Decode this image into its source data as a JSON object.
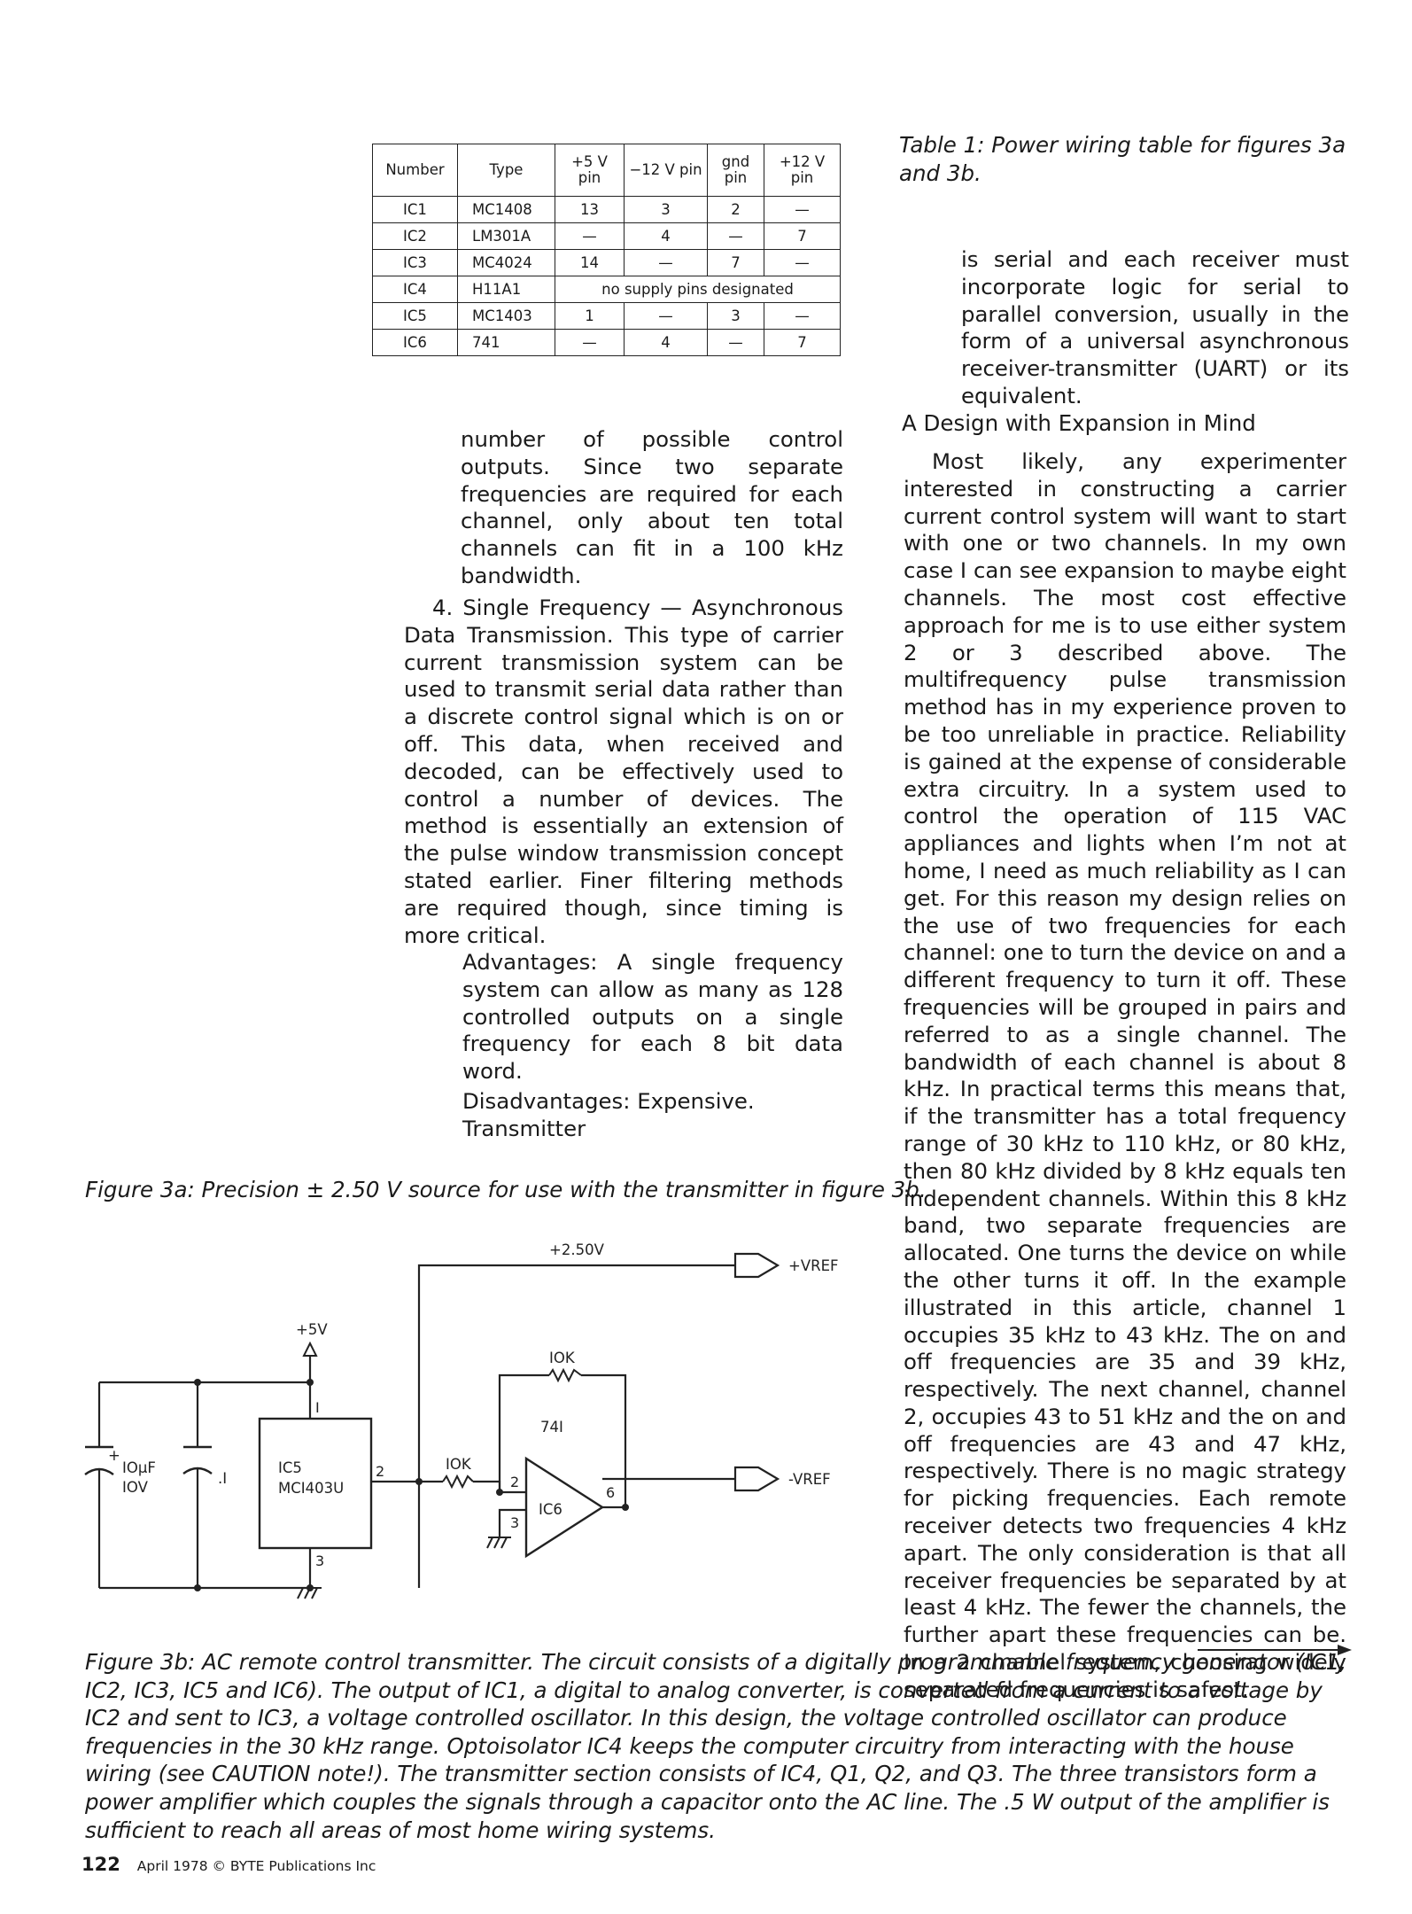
{
  "table1": {
    "caption": "Table 1: Power wiring table for figures 3a and 3b.",
    "headers": [
      "Number",
      "Type",
      "+5 V pin",
      "−12 V pin",
      "gnd pin",
      "+12 V pin"
    ],
    "rows": [
      [
        "IC1",
        "MC1408",
        "13",
        "3",
        "2",
        "—"
      ],
      [
        "IC2",
        "LM301A",
        "—",
        "4",
        "—",
        "7"
      ],
      [
        "IC3",
        "MC4024",
        "14",
        "—",
        "7",
        "—"
      ],
      [
        "IC5",
        "MC1403",
        "1",
        "—",
        "3",
        "—"
      ],
      [
        "IC6",
        "741",
        "—",
        "4",
        "—",
        "7"
      ]
    ],
    "ic4_row": {
      "number": "IC4",
      "type": "H11A1",
      "note": "no supply pins designated"
    }
  },
  "middle_column": {
    "p1": "number of possible control outputs. Since two separate frequencies are required for each channel, only about ten total channels can fit in a 100 kHz bandwidth.",
    "p2": "4. Single Frequency — Asynchronous Data Transmission. This type of carrier current transmission system can be used to transmit serial data rather than a discrete control signal which is on or off. This data, when received and decoded, can be effectively used to control a number of devices. The method is essentially an extension of the pulse window transmission concept stated earlier. Finer filtering methods are required though, since timing is more critical.",
    "advantages": "Advantages: A single frequency system can allow as many as 128 controlled outputs on a single frequency for each 8 bit data word.",
    "disadvantages": "Disadvantages: Expensive. Transmitter"
  },
  "right_column": {
    "p1": "is serial and each receiver must incorporate logic for serial to parallel conversion, usually in the form of a universal asynchronous receiver-transmitter (UART) or its equivalent.",
    "heading": "A Design with Expansion in Mind",
    "p2": "Most likely, any experimenter interested in constructing a carrier current control system will want to start with one or two channels. In my own case I can see expansion to maybe eight channels. The most cost effective approach for me is to use either system 2 or 3 described above. The multifrequency pulse transmission method has in my experience proven to be too unreliable in practice. Reliability is gained at the expense of considerable extra circuitry. In a system used to control the operation of 115 VAC appliances and lights when I’m not at home, I need as much reliability as I can get. For this reason my design relies on the use of two frequencies for each channel: one to turn the device on and a different frequency to turn it off. These frequencies will be grouped in pairs and referred to as a single channel. The bandwidth of each channel is about 8 kHz. In practical terms this means that, if the transmitter has a total frequency range of 30 kHz to 110 kHz, or 80 kHz, then 80 kHz divided by 8 kHz equals ten independent channels. Within this 8 kHz band, two separate frequencies are allocated. One turns the device on while the other turns it off. In the example illustrated in this article, channel 1 occupies 35 kHz to 43 kHz. The on and off frequencies are 35 and 39 kHz, respectively. The next channel, channel 2, occupies 43 to 51 kHz and the on and off frequencies are 43 and 47 kHz, respectively. There is no magic strategy for picking frequencies. Each remote receiver detects two frequencies 4 kHz apart. The only consideration is that all receiver frequencies be separated by at least 4 kHz. The fewer the channels, the further apart these frequencies can be. In a 2 channel system, choosing widely separated frequencies is safest."
  },
  "figure3a": {
    "caption": "Figure 3a: Precision ± 2.50 V source for use with the transmitter in figure 3b.",
    "labels": {
      "v250": "+2.50V",
      "vref_pos": "+VREF",
      "vref_neg": "-VREF",
      "plus5v": "+5V",
      "r_feedback": "IOK",
      "r_input": "IOK",
      "op_type": "74I",
      "ic6": "IC6",
      "ic5": "IC5",
      "ic5_part": "MCI403U",
      "cap1_plus": "+",
      "cap1_value": "IOµF",
      "cap1_volt": "IOV",
      "cap2_value": ".I",
      "pin_1": "I",
      "pin_2_ic5": "2",
      "pin_3_ic5": "3",
      "pin_2_op": "2",
      "pin_3_op": "3",
      "pin_6_op": "6"
    }
  },
  "figure3b_caption": "Figure 3b: AC remote control transmitter. The circuit consists of a digitally programmable frequency generator (IC1, IC2, IC3, IC5 and IC6). The output of IC1, a digital to analog converter, is converted from a current to a voltage by IC2 and sent to IC3, a voltage controlled oscillator. In this design, the voltage controlled oscillator can produce frequencies in the 30 kHz range. Optoisolator IC4 keeps the computer circuitry from interacting with the house wiring (see CAUTION note!). The transmitter section consists of IC4, Q1, Q2, and Q3. The three transistors form a power amplifier which couples the signals through a capacitor onto the AC line. The .5 W output of the amplifier is sufficient to reach all areas of most home wiring systems.",
  "footer": {
    "page": "122",
    "text": "April 1978 © BYTE Publications Inc"
  }
}
